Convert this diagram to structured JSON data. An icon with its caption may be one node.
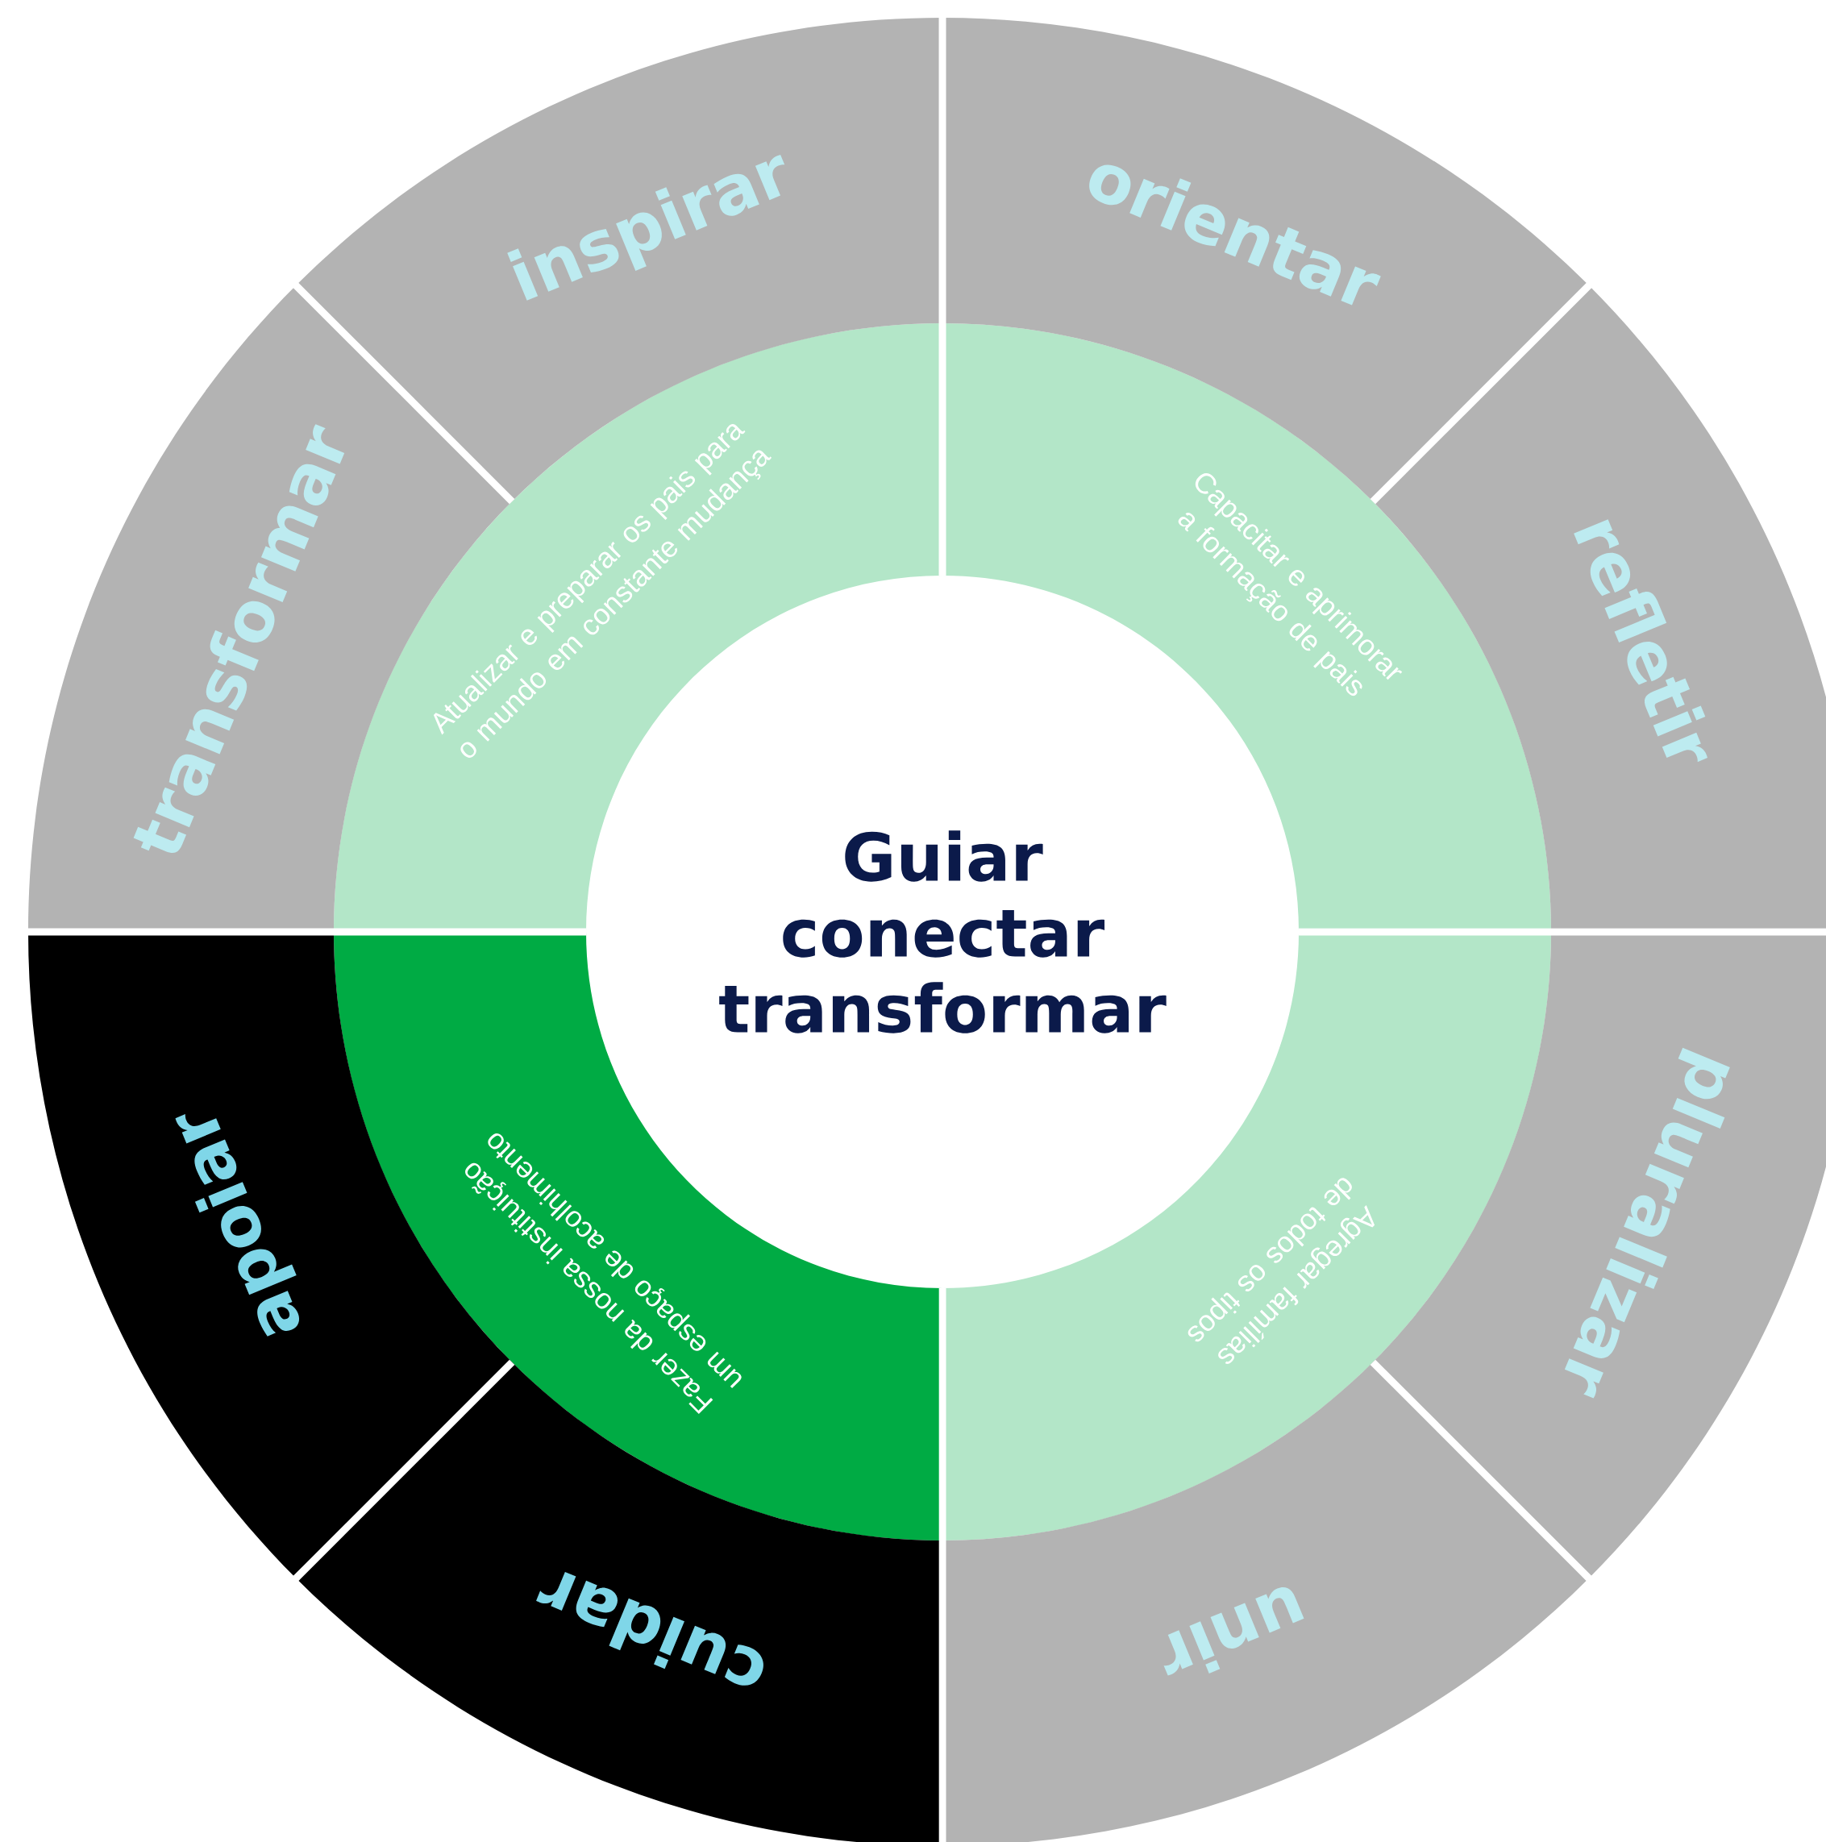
{
  "diagram": {
    "nodes": [
      {
        "text": [
          "Guiar",
          "conectar",
          "transformar"
        ]
      },
      {
        "text": [
          "Atualizar e preparar os pais para o mundo em constante mudança"
        ]
      },
      {
        "text": [
          "Capacitar e aprimorar a formação de pais"
        ]
      },
      {
        "text": [
          "Fazer da nossa instituição um espaço de acolhimento"
        ]
      },
      {
        "text": [
          "Agregar famílias de todos os tipos"
        ]
      },
      {
        "text": [
          "inspirar"
        ]
      },
      {
        "text": [
          "orientar"
        ]
      },
      {
        "text": [
          "transformar"
        ]
      },
      {
        "text": [
          "refletir"
        ]
      },
      {
        "text": [
          "apoiar"
        ]
      },
      {
        "text": [
          "pluralizar"
        ]
      },
      {
        "text": [
          "cuidar"
        ]
      },
      {
        "text": [
          "unir"
        ]
      }
    ]
  }
}
